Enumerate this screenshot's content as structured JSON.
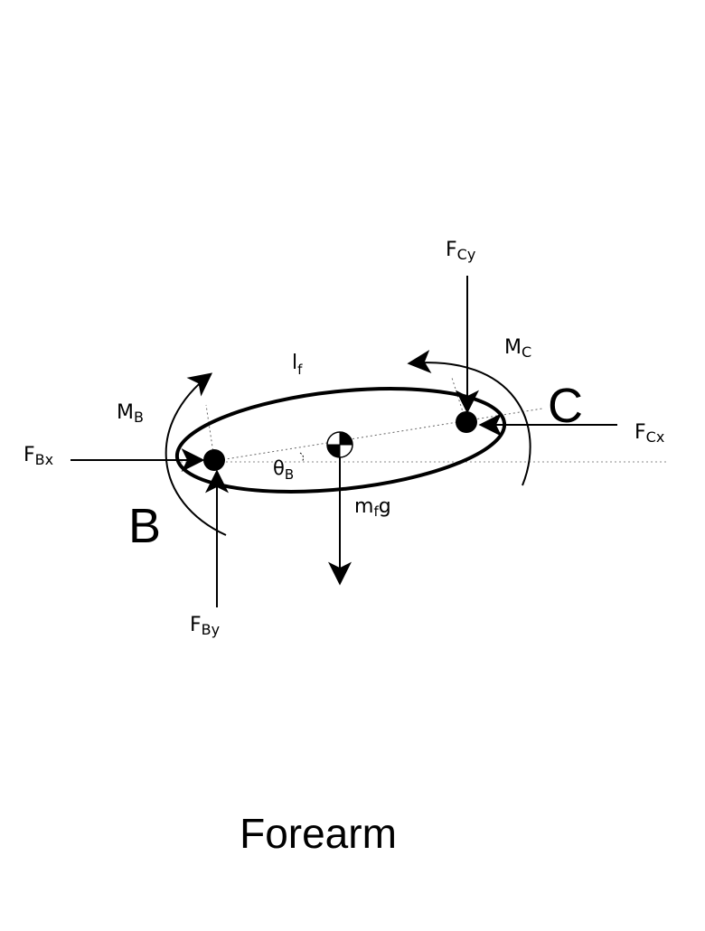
{
  "title": "Forearm",
  "points": {
    "b": "B",
    "c": "C"
  },
  "forces": {
    "fbx": {
      "main": "F",
      "sub": "Bx"
    },
    "fby": {
      "main": "F",
      "sub": "By"
    },
    "fcx": {
      "main": "F",
      "sub": "Cx"
    },
    "fcy": {
      "main": "F",
      "sub": "Cy"
    },
    "weight": {
      "main": "m",
      "sub": "f",
      "tail": "g"
    }
  },
  "moments": {
    "mb": {
      "main": "M",
      "sub": "B"
    },
    "mc": {
      "main": "M",
      "sub": "C"
    }
  },
  "length": {
    "main": "l",
    "sub": "f"
  },
  "angle": {
    "main": "θ",
    "sub": "B"
  }
}
